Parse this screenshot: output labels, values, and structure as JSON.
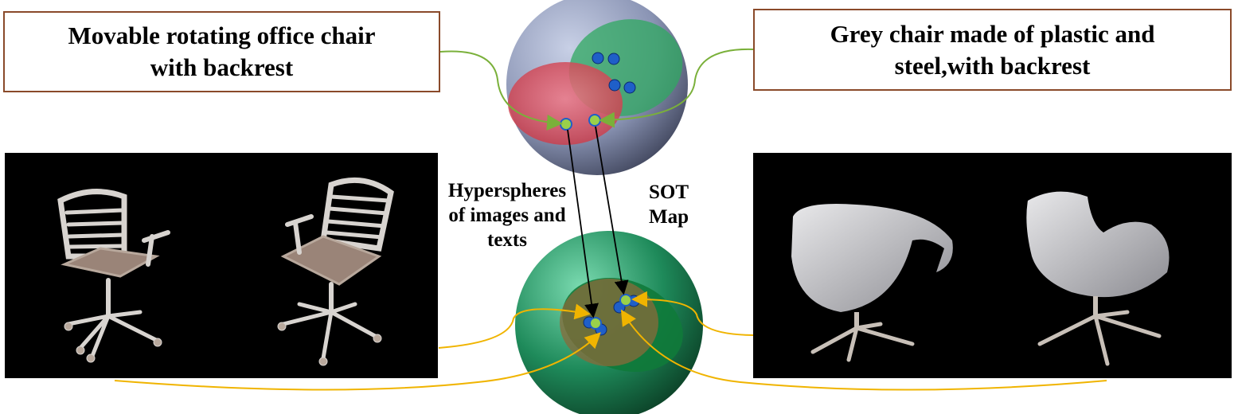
{
  "captions": {
    "left": "Movable rotating office chair\nwith backrest",
    "right": "Grey chair made of plastic and\nsteel,with backrest"
  },
  "labels": {
    "hyperspheres": "Hyperspheres\nof images and\ntexts",
    "sot_map": "SOT\nMap"
  },
  "colors": {
    "caption_border": "#8a4a2a",
    "text_link": "#7ab03a",
    "image_link": "#f0b400",
    "map_arrow": "#000000",
    "dot_blue": "#1f5fc8",
    "dot_green": "#9ad14a"
  }
}
